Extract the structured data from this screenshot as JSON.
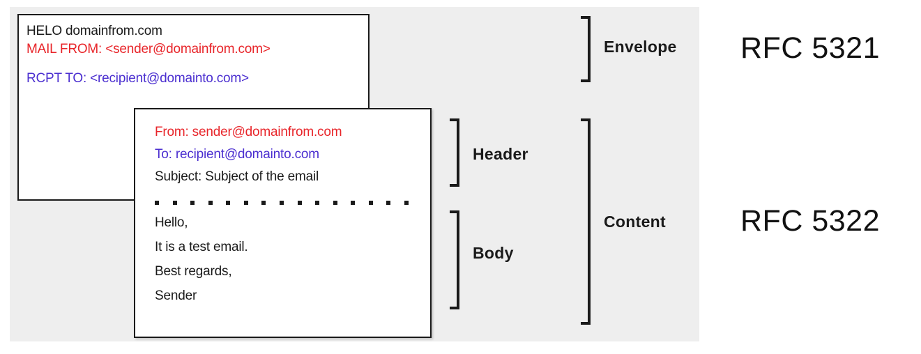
{
  "diagram": {
    "title": "SMTP email envelope and content structure",
    "colors": {
      "background": "#ffffff",
      "panel": "#eeeeee",
      "box_border": "#1a1a1a",
      "text_black": "#1a1a1a",
      "text_red": "#e8252a",
      "text_purple": "#4b2fd0"
    }
  },
  "envelope_box": {
    "lines": [
      {
        "text": "HELO domainfrom.com",
        "color": "black"
      },
      {
        "text": "MAIL FROM: <sender@domainfrom.com>",
        "color": "red"
      },
      {
        "text": "RCPT TO: <recipient@domainto.com>",
        "color": "purple"
      }
    ]
  },
  "message_box": {
    "header_lines": [
      {
        "text": "From: sender@domainfrom.com",
        "color": "red"
      },
      {
        "text": "To: recipient@domainto.com",
        "color": "purple"
      },
      {
        "text": "Subject: Subject of the email",
        "color": "black"
      }
    ],
    "separator": {
      "type": "dotted-line",
      "dot_count": 15
    },
    "body_lines": [
      {
        "text": "Hello,",
        "color": "black"
      },
      {
        "text": "It is a test email.",
        "color": "black"
      },
      {
        "text": "Best regards,",
        "color": "black"
      },
      {
        "text": "Sender",
        "color": "black"
      }
    ]
  },
  "brackets": [
    {
      "id": "envelope",
      "label": "Envelope",
      "spans": "envelope-box"
    },
    {
      "id": "header",
      "label": "Header",
      "spans": "message-header-lines"
    },
    {
      "id": "body",
      "label": "Body",
      "spans": "message-body-lines"
    },
    {
      "id": "content",
      "label": "Content",
      "spans": "message-box"
    }
  ],
  "rfc_labels": [
    {
      "id": "rfc-5321",
      "text": "RFC 5321",
      "relates_to": "Envelope"
    },
    {
      "id": "rfc-5322",
      "text": "RFC 5322",
      "relates_to": "Content"
    }
  ]
}
